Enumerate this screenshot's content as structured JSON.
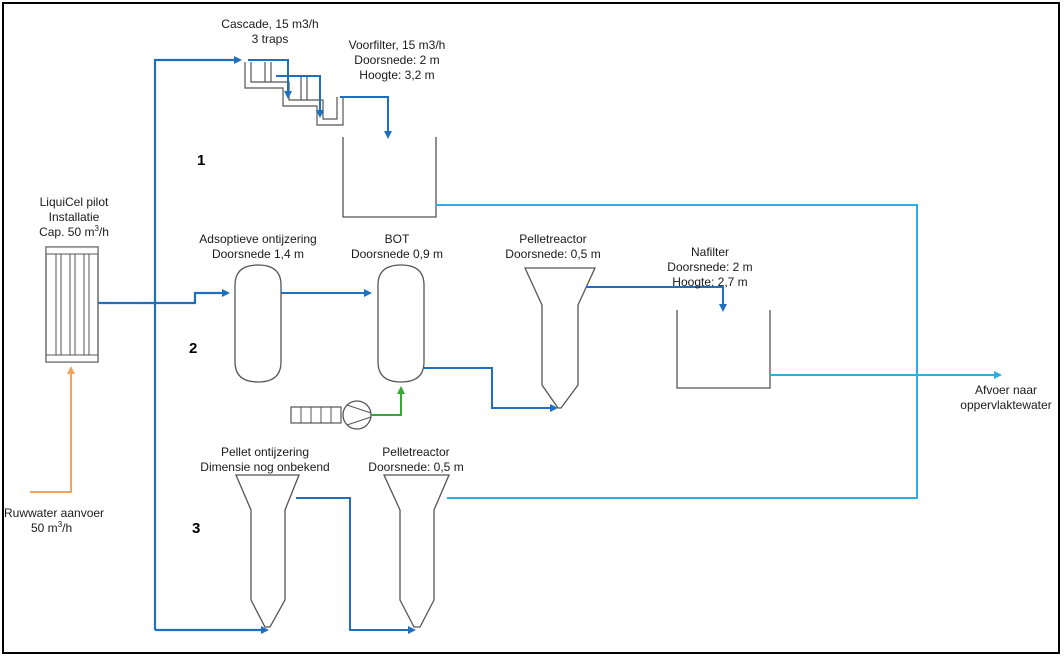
{
  "labels": {
    "liquicel_1": "LiquiCel pilot",
    "liquicel_2": "Installatie",
    "liquicel_3": "Cap. 50 m",
    "liquicel_sup": "3",
    "liquicel_3b": "/h",
    "cascade_1": "Cascade, 15 m3/h",
    "cascade_2": "3 traps",
    "voorfilter_1": "Voorfilter, 15 m3/h",
    "voorfilter_2": "Doorsnede: 2 m",
    "voorfilter_3": "Hoogte: 3,2 m",
    "adsoptieve_1": "Adsoptieve ontijzering",
    "adsoptieve_2": "Doorsnede 1,4 m",
    "bot_1": "BOT",
    "bot_2": "Doorsnede 0,9 m",
    "pelletreactor2_1": "Pelletreactor",
    "pelletreactor2_2": "Doorsnede: 0,5 m",
    "nafilter_1": "Nafilter",
    "nafilter_2": "Doorsnede: 2 m",
    "nafilter_3": "Hoogte: 2,7 m",
    "pellet_ontijzering_1": "Pellet ontijzering",
    "pellet_ontijzering_2": "Dimensie nog onbekend",
    "pelletreactor3_1": "Pelletreactor",
    "pelletreactor3_2": "Doorsnede: 0,5 m",
    "afvoer_1": "Afvoer naar",
    "afvoer_2": "oppervlaktewater",
    "ruwwater_1": "Ruwwater aanvoer",
    "ruwwater_2": "50 m",
    "ruwwater_sup": "3",
    "ruwwater_2b": "/h"
  },
  "route_numbers": [
    "1",
    "2",
    "3"
  ],
  "colors": {
    "dark_blue_line": "#1f6fbf",
    "light_blue_line": "#29aee6",
    "orange_line": "#f5a15a",
    "green_line": "#3aa635",
    "equipment_stroke": "#555555"
  }
}
